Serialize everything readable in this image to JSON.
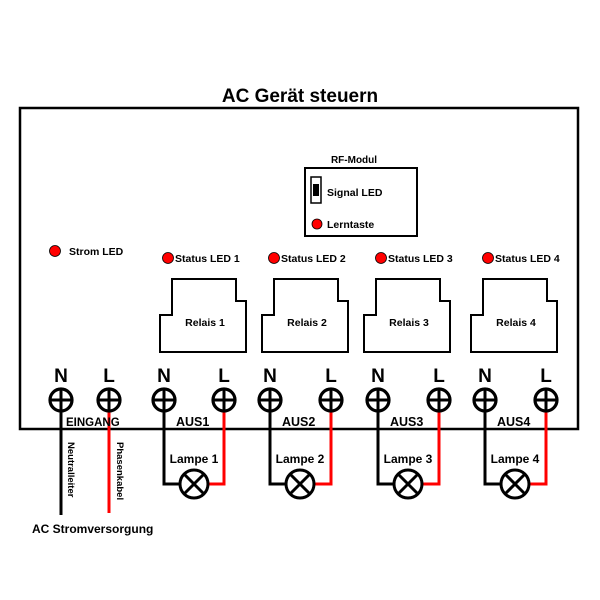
{
  "title": "AC Gerät steuern",
  "colors": {
    "line": "#000000",
    "phase": "#ff0000",
    "led": "#ff0000",
    "background": "#ffffff"
  },
  "rf_module": {
    "title": "RF-Modul",
    "signal_led_label": "Signal LED",
    "learn_button_label": "Lerntaste"
  },
  "power_led": {
    "label": "Strom LED"
  },
  "channels": [
    {
      "status_led": "Status LED 1",
      "relay": "Relais 1",
      "output": "AUS1",
      "lamp": "Lampe 1",
      "n_label": "N",
      "l_label": "L"
    },
    {
      "status_led": "Status LED 2",
      "relay": "Relais 2",
      "output": "AUS2",
      "lamp": "Lampe 2",
      "n_label": "N",
      "l_label": "L"
    },
    {
      "status_led": "Status LED 3",
      "relay": "Relais 3",
      "output": "AUS3",
      "lamp": "Lampe 3",
      "n_label": "N",
      "l_label": "L"
    },
    {
      "status_led": "Status LED 4",
      "relay": "Relais 4",
      "output": "AUS4",
      "lamp": "Lampe 4",
      "n_label": "N",
      "l_label": "L"
    }
  ],
  "input": {
    "label": "EINGANG",
    "n_label": "N",
    "l_label": "L",
    "neutral_wire_label": "Neutralleiter",
    "phase_wire_label": "Phasenkabel"
  },
  "power_supply_label": "AC Stromversorgung"
}
